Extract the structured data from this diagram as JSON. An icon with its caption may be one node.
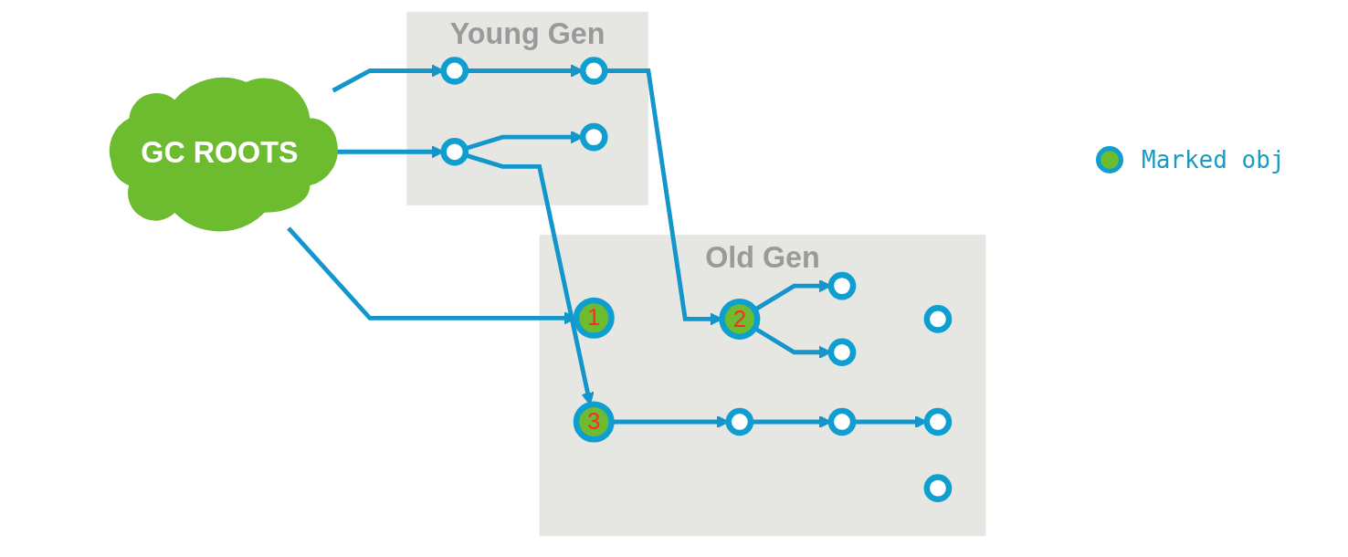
{
  "diagram": {
    "nodes": [
      {
        "text": [
          "Young Gen"
        ]
      },
      {
        "text": [
          "Old Gen"
        ]
      },
      {
        "text": [
          "GC ROOTS"
        ]
      },
      {
        "text": [],
        "shape": "circle",
        "in": 0
      },
      {
        "text": [],
        "shape": "circle",
        "in": 0
      },
      {
        "text": [],
        "shape": "circle",
        "in": 0
      },
      {
        "text": [],
        "shape": "circle",
        "in": 0
      },
      {
        "text": [
          "1"
        ],
        "in": 1
      },
      {
        "text": [
          "2"
        ],
        "in": 1
      },
      {
        "text": [],
        "shape": "circle",
        "in": 1
      },
      {
        "text": [
          "3"
        ],
        "in": 1
      },
      {
        "text": [],
        "shape": "circle",
        "in": 1
      },
      {
        "text": [],
        "shape": "circle",
        "in": 1
      },
      {
        "text": [],
        "shape": "circle",
        "in": 1
      },
      {
        "text": [],
        "shape": "circle",
        "in": 1
      },
      {
        "text": [],
        "shape": "circle",
        "in": 1
      },
      {
        "text": [],
        "shape": "circle",
        "in": 1
      }
    ],
    "edges": [
      {
        "from": 2,
        "to": 3,
        "arrow": "to"
      },
      {
        "from": 2,
        "to": 4,
        "arrow": "to"
      },
      {
        "from": 2,
        "to": 7,
        "arrow": "to"
      },
      {
        "from": 3,
        "to": 6,
        "arrow": "to"
      },
      {
        "from": 3,
        "to": 10,
        "arrow": "to"
      },
      {
        "from": 4,
        "to": 5,
        "arrow": "to"
      },
      {
        "from": 5,
        "to": 8,
        "arrow": "to"
      },
      {
        "from": 8,
        "to": 12,
        "arrow": "to"
      },
      {
        "from": 8,
        "to": 14,
        "arrow": "to"
      },
      {
        "from": 10,
        "to": 15,
        "arrow": "to"
      },
      {
        "from": 15,
        "to": 16,
        "arrow": "to"
      },
      {
        "from": 16,
        "to": 11,
        "arrow": "to"
      }
    ],
    "legend": [
      {
        "text": "Marked obj"
      }
    ]
  }
}
